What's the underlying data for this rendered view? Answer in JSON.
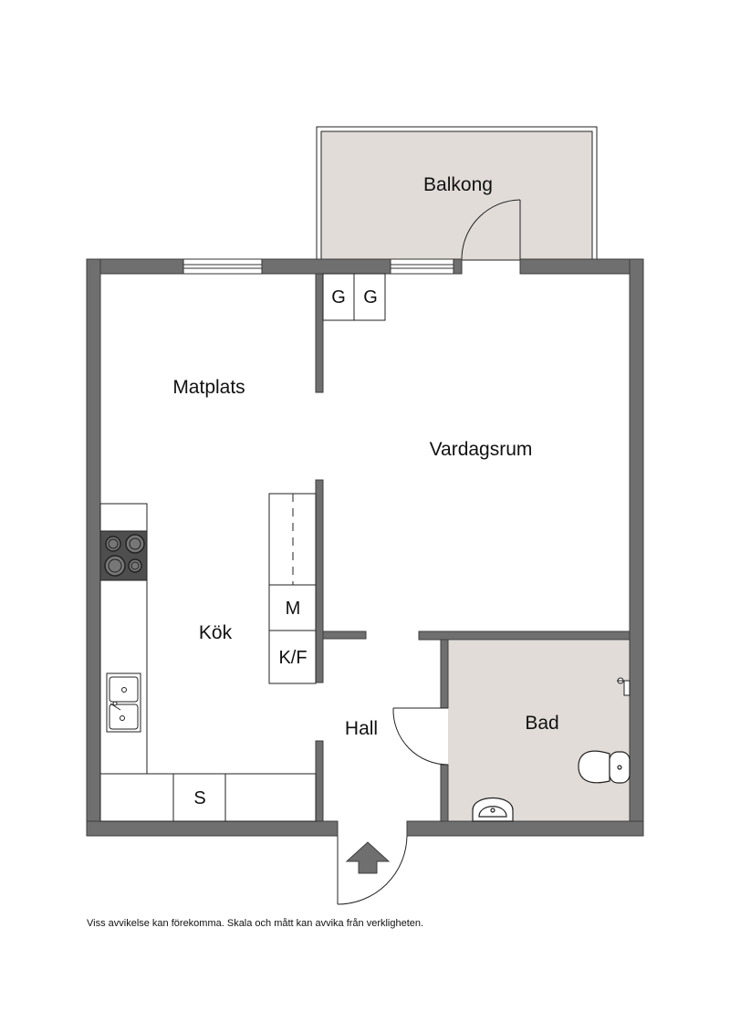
{
  "rooms": {
    "balkong": "Balkong",
    "matplats": "Matplats",
    "vardagsrum": "Vardagsrum",
    "kok": "Kök",
    "hall": "Hall",
    "bad": "Bad"
  },
  "fixtures": {
    "garderob_1": "G",
    "garderob_2": "G",
    "micro": "M",
    "kyl_frys": "K/F",
    "storage": "S"
  },
  "disclaimer": "Viss avvikelse kan förekomma. Skala och mått kan avvika från verkligheten.",
  "colors": {
    "wall": "#6f6f6f",
    "tinted_floor": "#e1dcd8",
    "line": "#111111",
    "background": "#ffffff"
  },
  "icons": [
    "entrance-arrow-icon",
    "stove-icon",
    "sink-icon",
    "toilet-icon",
    "washbasin-icon",
    "shower-icon"
  ]
}
